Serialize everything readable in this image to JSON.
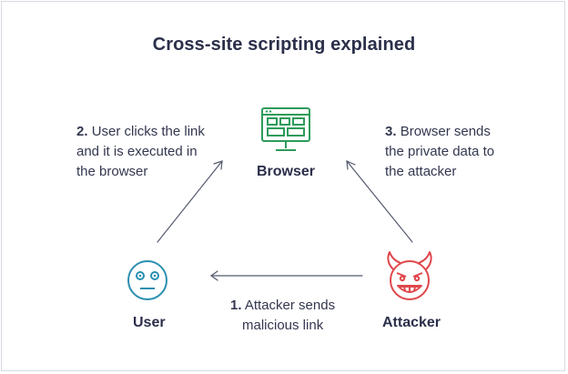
{
  "title": "Cross-site scripting explained",
  "nodes": {
    "browser": {
      "label": "Browser",
      "icon": "browser-window-icon",
      "color": "#2e9b5b"
    },
    "user": {
      "label": "User",
      "icon": "neutral-face-icon",
      "color": "#2a8fb0"
    },
    "attacker": {
      "label": "Attacker",
      "icon": "devil-face-icon",
      "color": "#e0474c"
    }
  },
  "steps": [
    {
      "number": "1.",
      "lines": [
        "Attacker sends",
        "malicious link"
      ]
    },
    {
      "number": "2.",
      "lines": [
        "User clicks the link",
        "and it is executed in",
        "the browser"
      ]
    },
    {
      "number": "3.",
      "lines": [
        "Browser sends",
        "the private data to",
        "the attacker"
      ]
    }
  ]
}
